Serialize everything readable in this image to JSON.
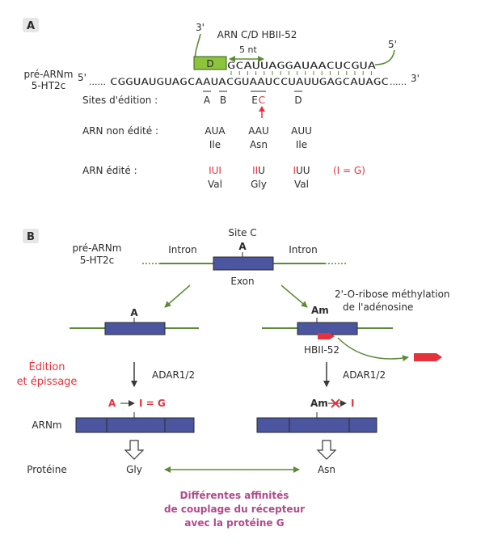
{
  "colors": {
    "line_green": "#5e8a37",
    "exon_blue": "#4b55a0",
    "accent_red": "#e5323c",
    "magenta": "#b04a8a",
    "box_green": "#8cc43c",
    "text_dark": "#2b2b2b",
    "badge_bg": "#e6e6e6"
  },
  "panel_a": {
    "badge": "A",
    "snoRNA_title": "ARN C/D HBII-52",
    "prime3_top": "3'",
    "prime5_top": "5'",
    "d_box": "D",
    "nt_label": "5 nt",
    "snoRNA_seq": "GCAUUAGGAUAACUCGUA",
    "premrna_label_1": "pré-ARNm",
    "premrna_label_2": "5-HT2c",
    "prime5_left": "5'",
    "prime3_right": "3'",
    "mrna_dots": "......",
    "mrna_seq": "CGGUAUGUAGCAAUACGUAAUCCUAUUGAGCAUAGC",
    "mrna_dots_end": "......",
    "sites_label": "Sites d'édition :",
    "sites": [
      "A",
      "B",
      "E",
      "C",
      "D"
    ],
    "non_edited_label": "ARN non édité :",
    "non_edited_codons": [
      "AUA",
      "AAU",
      "AUU"
    ],
    "non_edited_aa": [
      "Ile",
      "Asn",
      "Ile"
    ],
    "edited_label": "ARN édité :",
    "edited_codons": [
      {
        "red": "IUI",
        "black": ""
      },
      {
        "red": "II",
        "black": "U"
      },
      {
        "red": "I",
        "black": "UU"
      }
    ],
    "edited_aa": [
      "Val",
      "Gly",
      "Val"
    ],
    "edited_note": "(I = G)"
  },
  "panel_b": {
    "badge": "B",
    "premrna_label_1": "pré-ARNm",
    "premrna_label_2": "5-HT2c",
    "site_c": "Site C",
    "site_a_top": "A",
    "intron_left": "Intron",
    "intron_right": "Intron",
    "exon": "Exon",
    "left_a": "A",
    "right_am": "Am",
    "methylation_1": "2'-O-ribose méthylation",
    "methylation_2": "de l'adénosine",
    "hbii": "HBII-52",
    "edition_1": "Édition",
    "edition_2": "et épissage",
    "adar_left": "ADAR1/2",
    "adar_right": "ADAR1/2",
    "left_edit": {
      "a": "A",
      "result": "I = G"
    },
    "right_edit": {
      "am": "Am",
      "i": "I"
    },
    "arnm": "ARNm",
    "proteine": "Protéine",
    "gly": "Gly",
    "asn": "Asn",
    "affinity_1": "Différentes affinités",
    "affinity_2": "de couplage du récepteur",
    "affinity_3": "avec la protéine G"
  }
}
